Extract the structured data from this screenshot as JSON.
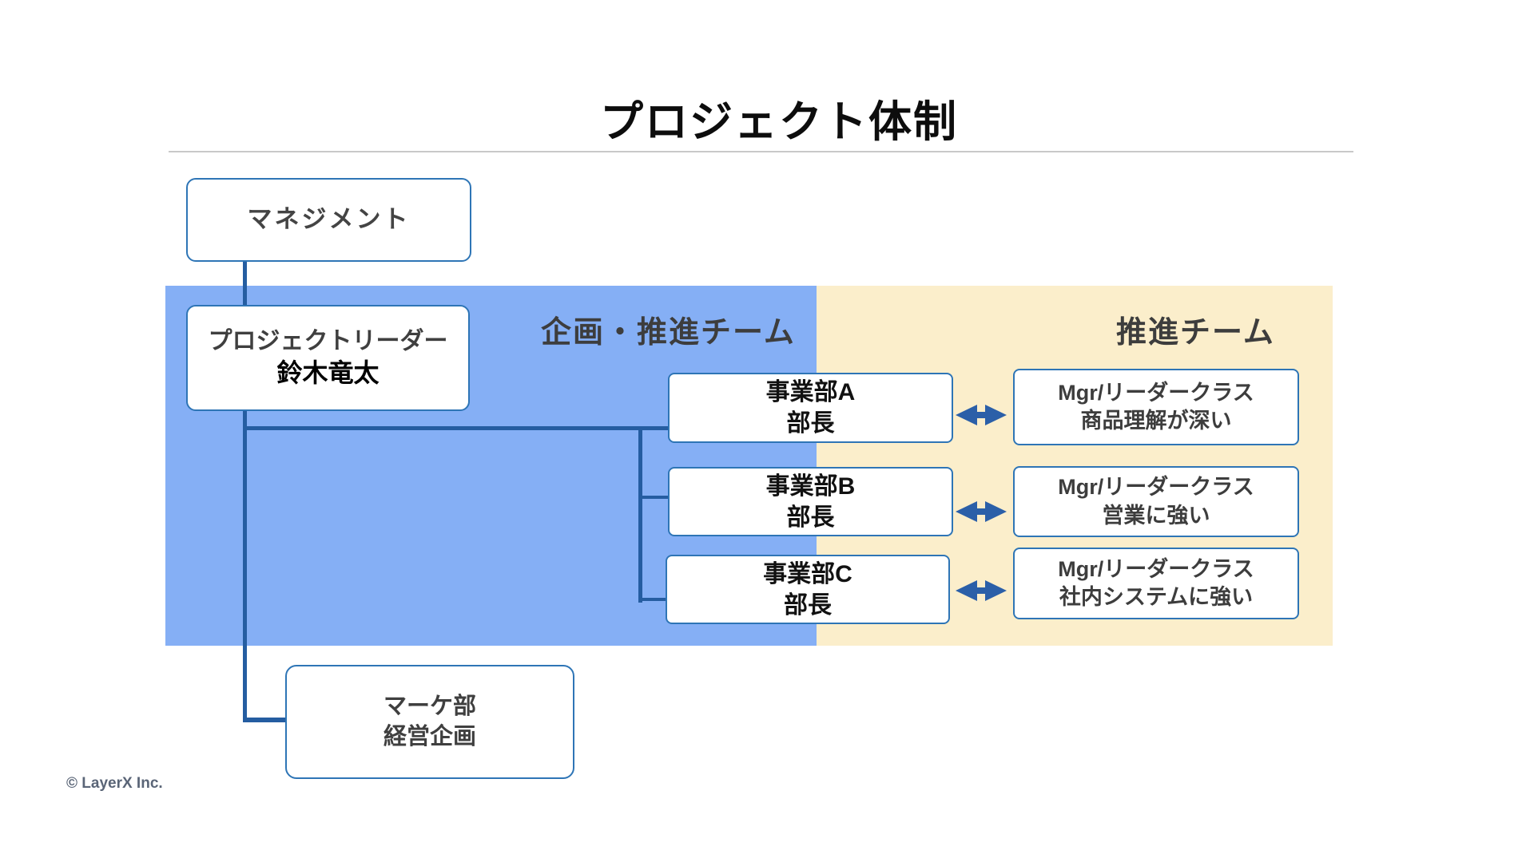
{
  "title": "プロジェクト体制",
  "regions": {
    "planning": {
      "label": "企画・推進チーム"
    },
    "promotion": {
      "label": "推進チーム"
    }
  },
  "boxes": {
    "management": {
      "line1": "マネジメント"
    },
    "leader": {
      "line1": "プロジェクトリーダー",
      "line2": "鈴木竜太"
    },
    "marketing": {
      "line1": "マーケ部",
      "line2": "経営企画"
    }
  },
  "org_rows": [
    {
      "dept_line1": "事業部A",
      "dept_line2": "部長",
      "staff_line1": "Mgr/リーダークラス",
      "staff_line2": "商品理解が深い"
    },
    {
      "dept_line1": "事業部B",
      "dept_line2": "部長",
      "staff_line1": "Mgr/リーダークラス",
      "staff_line2": "営業に強い"
    },
    {
      "dept_line1": "事業部C",
      "dept_line2": "部長",
      "staff_line1": "Mgr/リーダークラス",
      "staff_line2": "社内システムに強い"
    }
  ],
  "footer": {
    "copyright": "© LayerX Inc."
  },
  "icons": {
    "relation_arrow": "double-headed-arrow"
  },
  "colors": {
    "region_blue": "#85aff5",
    "region_yellow": "#fbeecb",
    "box_border_blue": "#2e75b6",
    "connector_blue": "#255da1",
    "arrow_blue": "#2b5fa8",
    "title_text": "#0d0d0d",
    "label_text": "#3d3d3d",
    "divider_gray": "#c9c9c9",
    "copyright_text": "#5a6577"
  }
}
